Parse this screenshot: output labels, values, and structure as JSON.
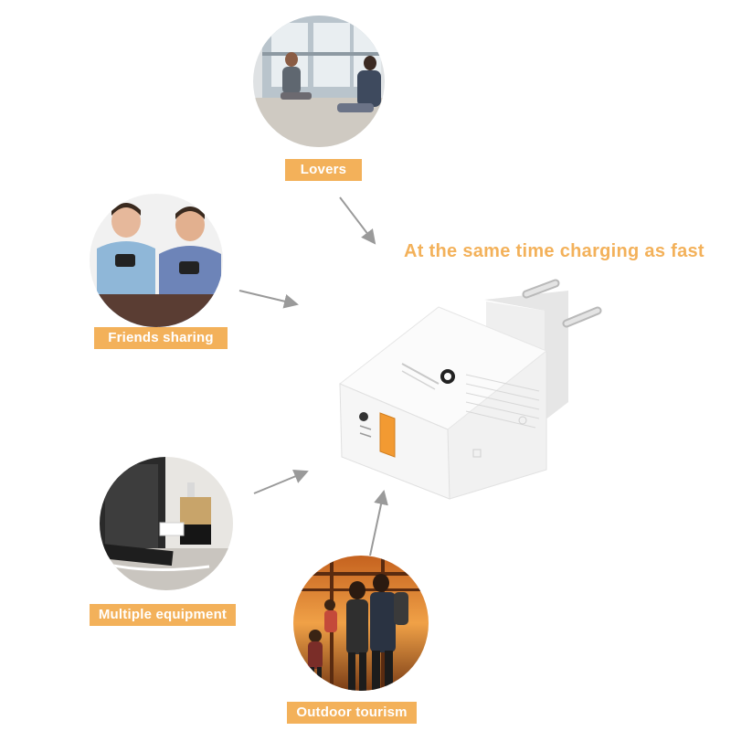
{
  "headline": "At the same time charging as fast",
  "scenes": [
    {
      "label": "Lovers",
      "icon": "couple-window-photo"
    },
    {
      "label": "Friends sharing",
      "icon": "friends-phones-photo"
    },
    {
      "label": "Multiple equipment",
      "icon": "laptop-charger-photo"
    },
    {
      "label": "Outdoor tourism",
      "icon": "family-sunset-photo"
    }
  ],
  "product": {
    "icon": "usb-wall-charger-icon"
  },
  "colors": {
    "accent": "#f3b15a",
    "arrow": "#9a9a9a",
    "charger_body": "#f7f7f7",
    "charger_side": "#dedede",
    "usb_port": "#f29a32"
  }
}
